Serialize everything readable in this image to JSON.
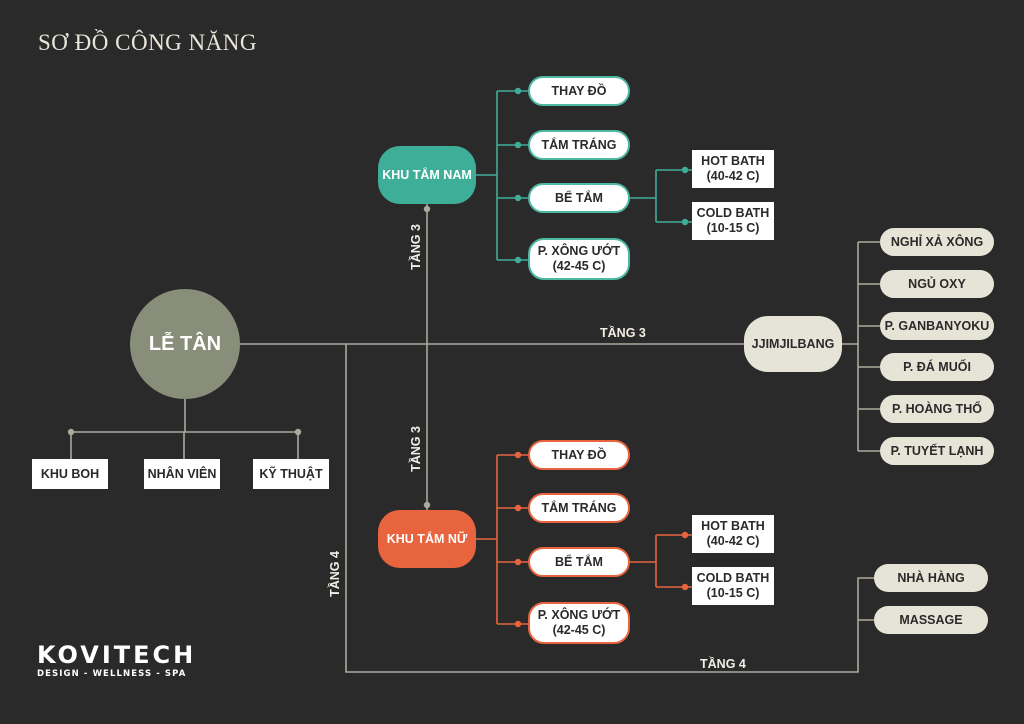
{
  "title": "SƠ ĐỒ CÔNG NĂNG",
  "colors": {
    "background": "#2b2a2a",
    "teal": "#3fae99",
    "orange": "#e8643f",
    "beige": "#e6e4d6",
    "olive": "#898e7a",
    "line": "#a9a99c"
  },
  "reception": {
    "label": "LỄ TÂN",
    "children": [
      "KHU BOH",
      "NHÂN VIÊN",
      "KỸ THUẬT"
    ]
  },
  "male_zone": {
    "label": "KHU TẮM NAM",
    "floor_label": "TẦNG 3",
    "items": [
      "THAY ĐỒ",
      "TẮM TRÁNG",
      "BỂ TẮM",
      "P. XÔNG ƯỚT\n(42-45 C)"
    ],
    "pool_items": [
      "HOT BATH\n(40-42 C)",
      "COLD BATH\n(10-15 C)"
    ]
  },
  "female_zone": {
    "label": "KHU TẮM NỮ",
    "floor_label": "TẦNG 3",
    "items": [
      "THAY ĐỒ",
      "TẮM TRÁNG",
      "BỂ TẮM",
      "P. XÔNG ƯỚT\n(42-45 C)"
    ],
    "pool_items": [
      "HOT BATH\n(40-42 C)",
      "COLD BATH\n(10-15 C)"
    ]
  },
  "jjimjilbang": {
    "label": "JJIMJILBANG",
    "floor_label": "TẦNG 3",
    "items": [
      "NGHỈ XẢ XÔNG",
      "NGỦ OXY",
      "P. GANBANYOKU",
      "P. ĐÁ MUỐI",
      "P. HOÀNG THỔ",
      "P. TUYẾT LẠNH"
    ]
  },
  "floor4": {
    "vertical_label": "TẦNG 4",
    "horizontal_label": "TẦNG 4",
    "items": [
      "NHÀ HÀNG",
      "MASSAGE"
    ]
  },
  "logo": {
    "name": "KOVITECH",
    "tagline": "DESIGN - WELLNESS - SPA"
  }
}
